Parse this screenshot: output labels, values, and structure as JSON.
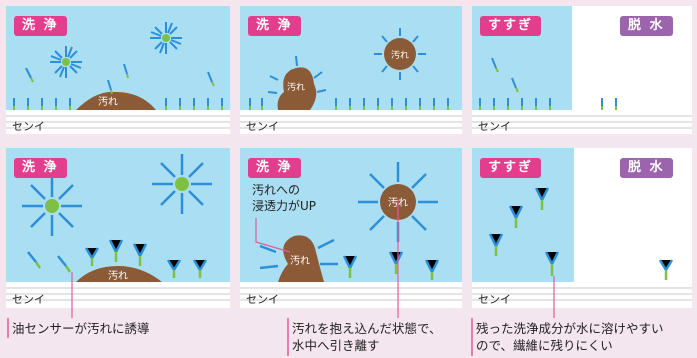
{
  "row1": {
    "panel1": {
      "label": "洗 浄",
      "fiber": "センイ",
      "stain": "汚れ"
    },
    "panel2": {
      "label": "洗 浄",
      "fiber": "センイ",
      "stain": "汚れ",
      "stain2": "汚れ"
    },
    "panel3": {
      "label_rinse": "すすぎ",
      "label_spin": "脱 水",
      "fiber": "センイ"
    }
  },
  "row2": {
    "panel1": {
      "label": "洗 浄",
      "fiber": "センイ",
      "stain": "汚れ"
    },
    "panel2": {
      "label": "洗 浄",
      "fiber": "センイ",
      "stain": "汚れ",
      "stain2": "汚れ",
      "note_line1": "汚れへの",
      "note_line2": "浸透力がUP"
    },
    "panel3": {
      "label_rinse": "すすぎ",
      "label_spin": "脱 水",
      "fiber": "センイ"
    }
  },
  "captions": {
    "c1": "油センサーが汚れに誘導",
    "c2_line1": "汚れを抱え込んだ状態で、",
    "c2_line2": "水中へ引き離す",
    "c3_line1": "残った洗浄成分が水に溶けやすい",
    "c3_line2": "ので、繊維に残りにくい"
  },
  "colors": {
    "water": "#aadff3",
    "tag_wash": "#e33d8d",
    "tag_spin": "#9b64ac",
    "stain": "#8b5a36",
    "surfactant_a": "#7dc043",
    "surfactant_b": "#2d8fd6",
    "pointer": "#e25a9b"
  }
}
